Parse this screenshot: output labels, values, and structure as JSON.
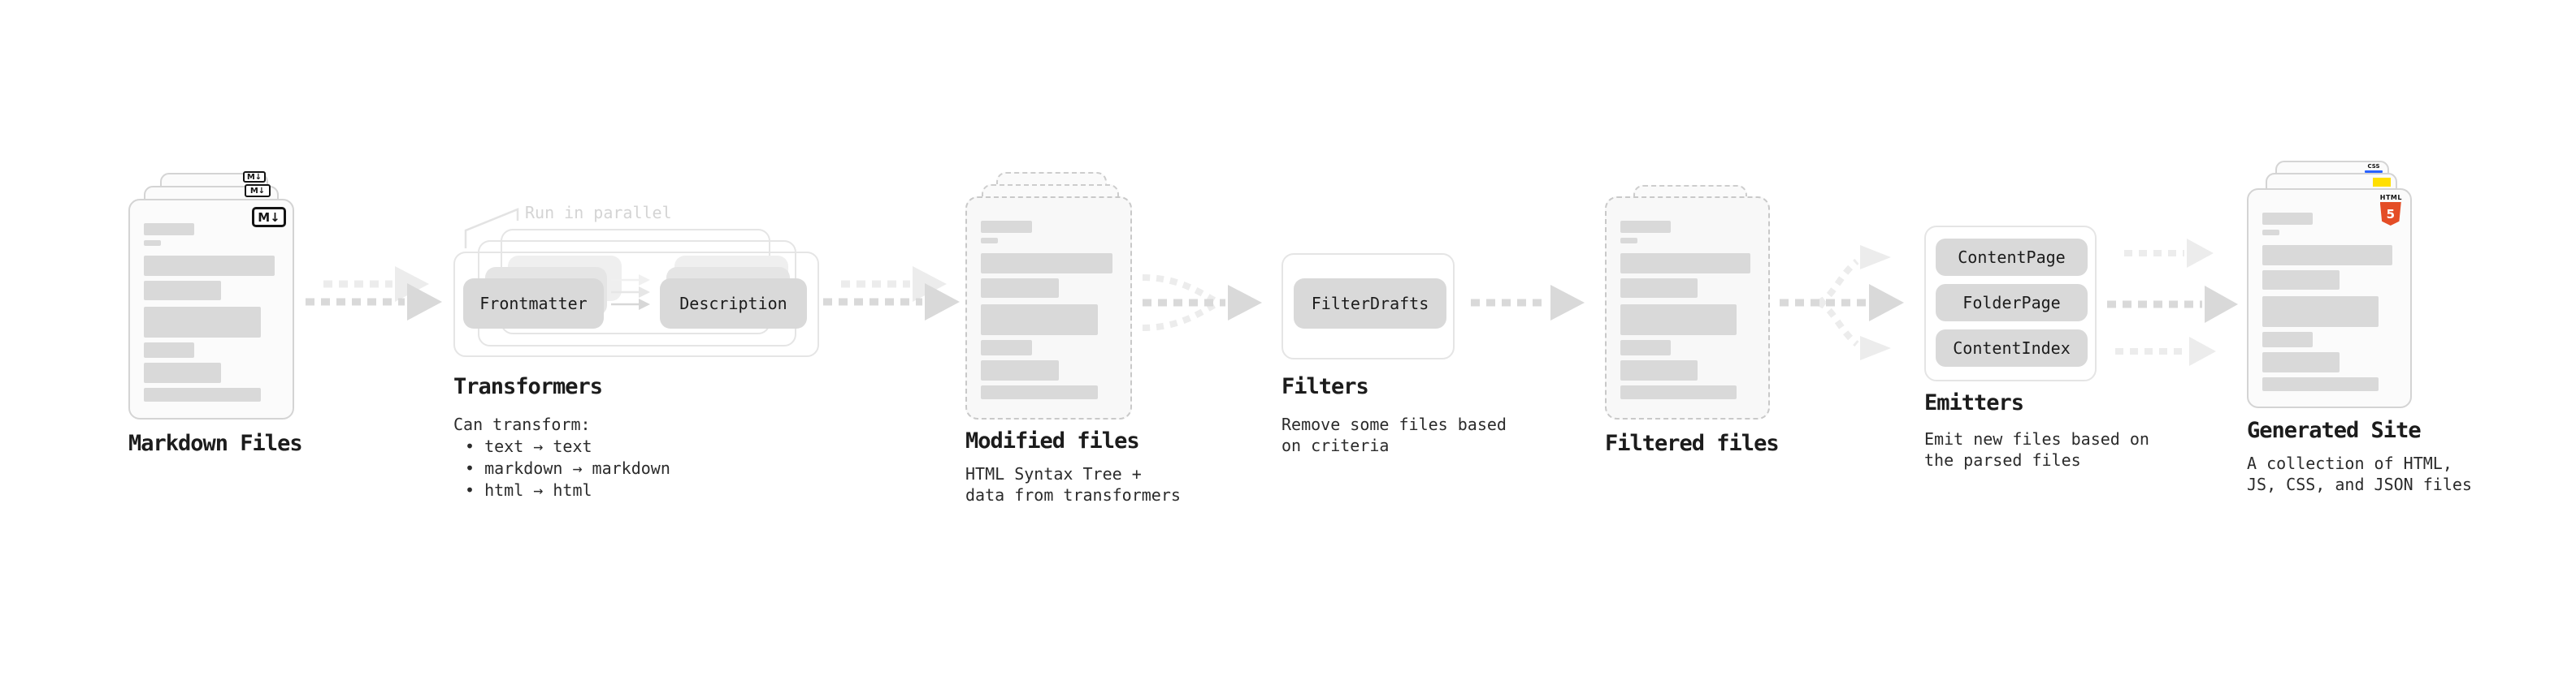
{
  "diagram": {
    "markdown_files": {
      "label": "Markdown Files",
      "file_badge": "M↓"
    },
    "transformers": {
      "annotation": "Run in parallel",
      "boxes": [
        "Frontmatter",
        "Description"
      ],
      "label": "Transformers",
      "description_heading": "Can transform:",
      "bullets": [
        "• text → text",
        "• markdown → markdown",
        "• html → html"
      ]
    },
    "modified_files": {
      "label": "Modified files",
      "description": "HTML Syntax Tree +\ndata from transformers"
    },
    "filters": {
      "boxes": [
        "FilterDrafts"
      ],
      "label": "Filters",
      "description": "Remove some files based\non criteria"
    },
    "filtered_files": {
      "label": "Filtered files"
    },
    "emitters": {
      "boxes": [
        "ContentPage",
        "FolderPage",
        "ContentIndex"
      ],
      "label": "Emitters",
      "description": "Emit new files based on\nthe parsed files"
    },
    "generated_site": {
      "label": "Generated Site",
      "description": "A collection of HTML,\nJS, CSS, and JSON files",
      "css_badge": "CSS",
      "html_badge_text": "HTML",
      "html_badge_number": "5"
    }
  },
  "colors": {
    "background": "#ffffff",
    "doc_fill": "#fbfbfb",
    "doc_border": "#d4d4d4",
    "dashed_border": "#c9c9c9",
    "bar": "#d9d9d9",
    "button_fill": "#d9d9d9",
    "arrow": "#d9d9d9",
    "arrow_ghost": "#ececec",
    "container_border": "#e5e5e5",
    "text": "#1f1f1f",
    "muted_annotation": "#d4d4d4",
    "html5_orange": "#e44d26",
    "js_yellow": "#ffdf00",
    "css_blue": "#2962ff"
  }
}
